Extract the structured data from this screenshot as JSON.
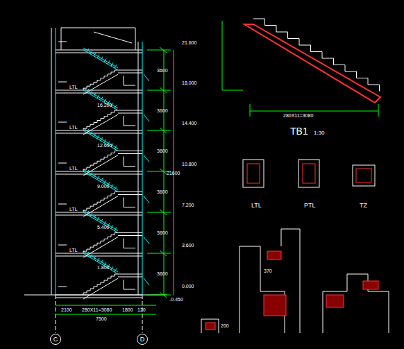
{
  "diagram": {
    "nodes": [
      {
        "text": [
          "C"
        ]
      },
      {
        "text": [
          "D"
        ]
      }
    ],
    "labels": [
      "21.600",
      "18.000",
      "14.400",
      "10.800",
      "7.200",
      "3.600",
      "0.000",
      "-0.450",
      "3600",
      "3600",
      "3600",
      "3600",
      "3600",
      "3600",
      "21600",
      "16.200",
      "12.600",
      "9.000",
      "5.400",
      "1.800",
      "2100",
      "280X11=3080",
      "1800",
      "120",
      "7500",
      "TB1",
      "1:30",
      "LTL",
      "PTL",
      "TZ",
      "280X11=3080",
      "LTL",
      "LTL",
      "LTL",
      "LTL",
      "LTL",
      "370",
      "200"
    ]
  }
}
